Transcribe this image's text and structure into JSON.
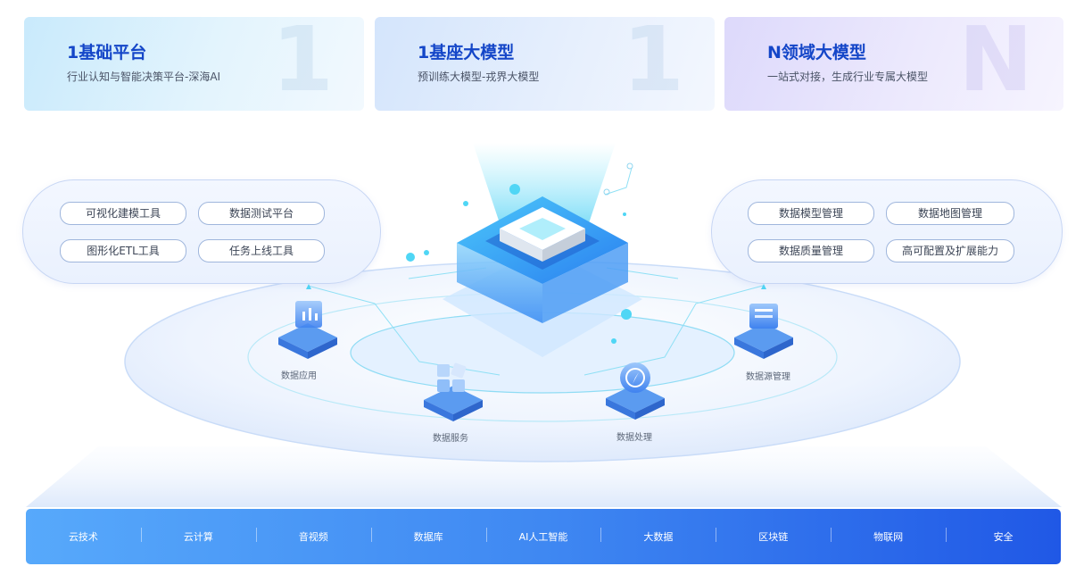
{
  "cards": [
    {
      "title": "1基础平台",
      "subtitle": "行业认知与智能决策平台-深海AI",
      "bg_char": "1"
    },
    {
      "title": "1基座大模型",
      "subtitle": "预训练大模型-戎界大模型",
      "bg_char": "1"
    },
    {
      "title": "N领域大模型",
      "subtitle": "一站式对接，生成行业专属大模型",
      "bg_char": "N"
    }
  ],
  "left_tools": [
    "可视化建模工具",
    "数据测试平台",
    "图形化ETL工具",
    "任务上线工具"
  ],
  "right_tools": [
    "数据模型管理",
    "数据地图管理",
    "数据质量管理",
    "高可配置及扩展能力"
  ],
  "nodes": {
    "data_app": "数据应用",
    "data_service": "数据服务",
    "data_process": "数据处理",
    "data_source": "数据源管理"
  },
  "tech_bar": [
    "云技术",
    "云计算",
    "音视频",
    "数据库",
    "AI人工智能",
    "大数据",
    "区块链",
    "物联网",
    "安全"
  ],
  "colors": {
    "title_blue": "#1446c8",
    "bar_start": "#57a9fb",
    "bar_end": "#2058e6",
    "cyan_accent": "#4fd6f5"
  }
}
